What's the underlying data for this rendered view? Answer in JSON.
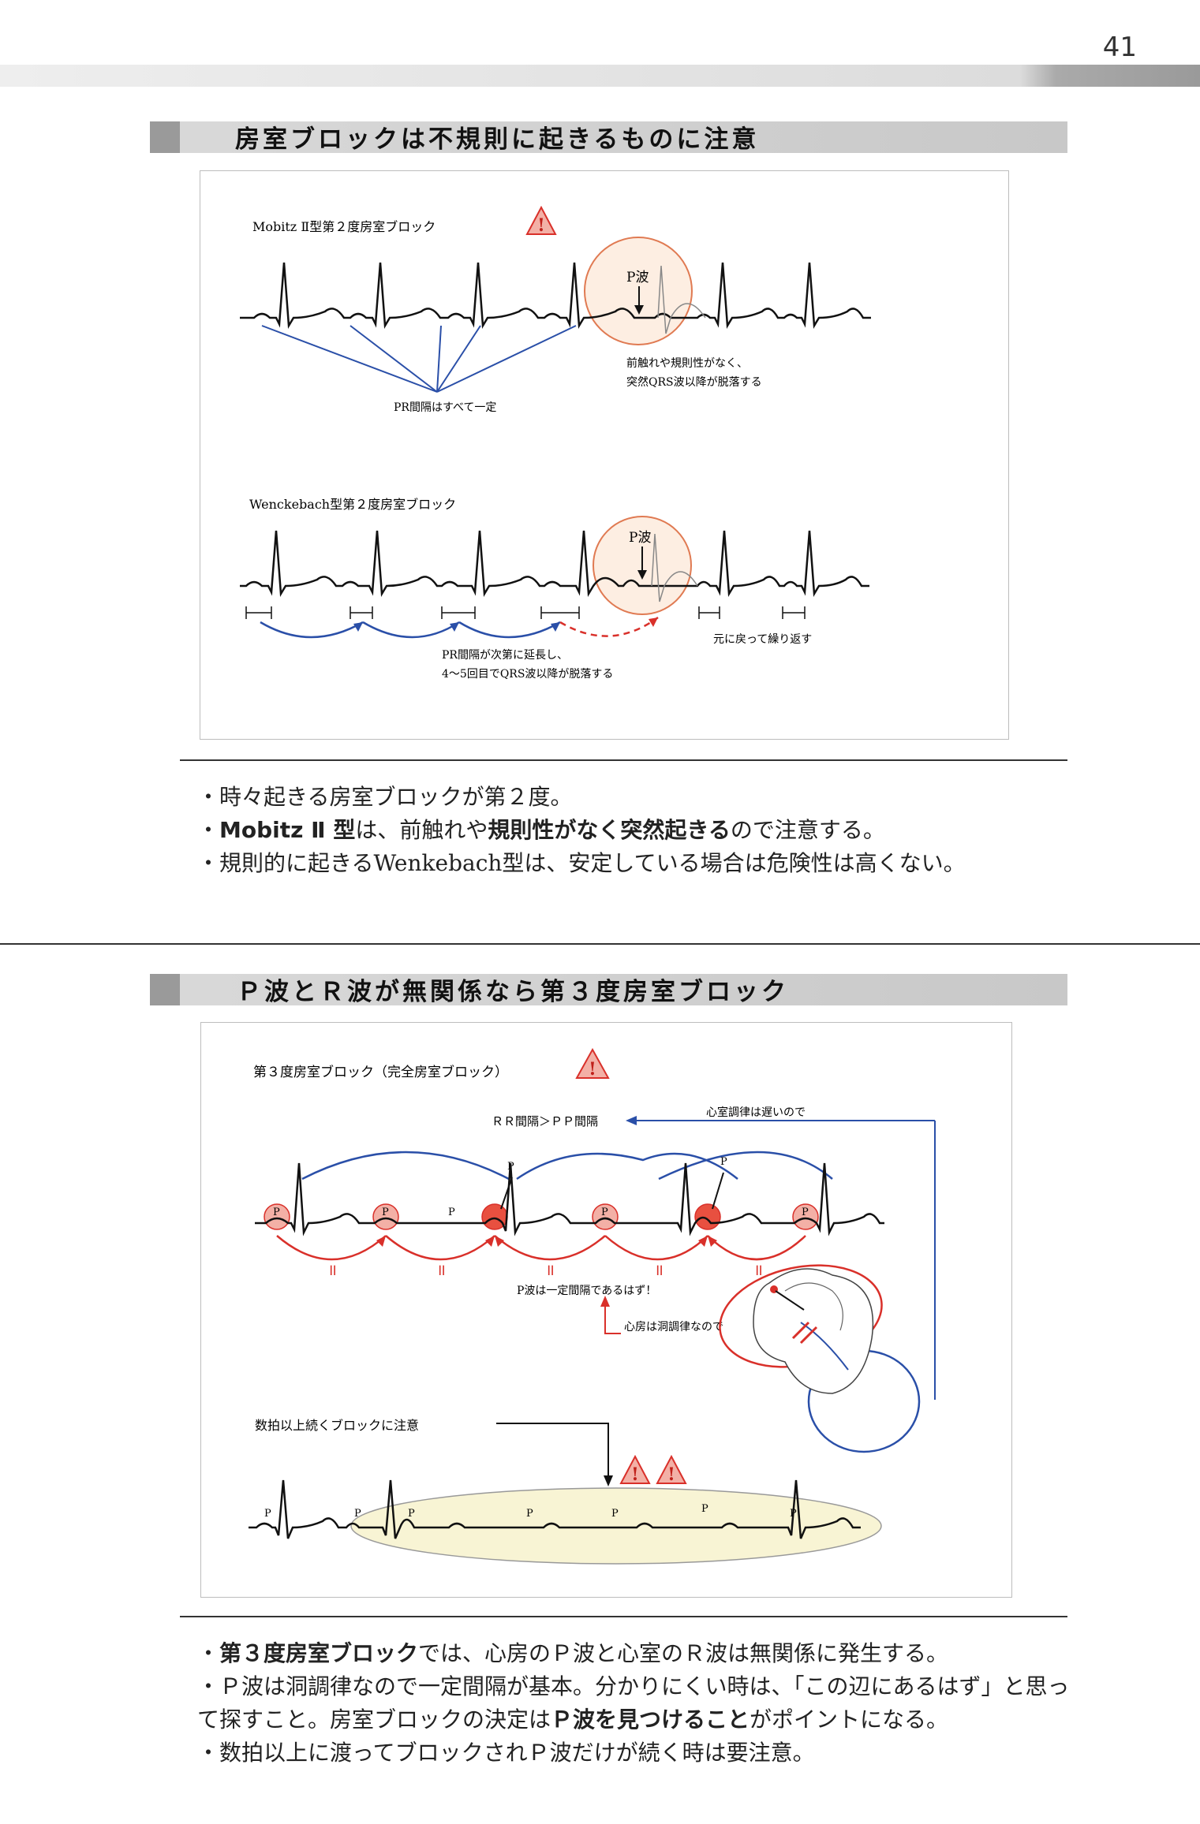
{
  "page_number": "41",
  "section1": {
    "title": "房室ブロックは不規則に起きるものに注意",
    "mobitz": {
      "caption": "Mobitz Ⅱ型第２度房室ブロック",
      "p_label": "P波",
      "pr_note": "PR間隔はすべて一定",
      "drop_note_1": "前触れや規則性がなく、",
      "drop_note_2": "突然QRS波以降が脱落する"
    },
    "wenckebach": {
      "caption": "Wenckebach型第２度房室ブロック",
      "p_label": "P波",
      "note_1": "PR間隔が次第に延長し、",
      "note_2": "4〜5回目でQRS波以降が脱落する",
      "repeat_note": "元に戻って繰り返す"
    },
    "bullets": {
      "b1": "・時々起きる房室ブロックが第２度。",
      "b2_pre": "・",
      "b2_bold1": "Mobitz Ⅱ 型",
      "b2_mid1": "は、前触れや",
      "b2_bold2": "規則性がなく突然起きる",
      "b2_post": "ので注意する。",
      "b3": "・規則的に起きるWenkebach型は、安定している場合は危険性は高くない。"
    }
  },
  "section2": {
    "title": "Ｐ波とＲ波が無関係なら第３度房室ブロック",
    "diagram": {
      "caption": "第３度房室ブロック（完全房室ブロック）",
      "rr_pp": "ＲＲ間隔＞ＰＰ間隔",
      "ventricle_note": "心室調律は遅いので",
      "p": "P",
      "p_interval_note": "P波は一定間隔であるはず！",
      "atrium_note": "心房は洞調律なので",
      "equal_mark": "॥",
      "multi_block_note": "数拍以上続くブロックに注意"
    },
    "bullets": {
      "b1_pre": "・",
      "b1_bold": "第３度房室ブロック",
      "b1_post": "では、心房のＰ波と心室のＲ波は無関係に発生する。",
      "b2": "・Ｐ波は洞調律なので一定間隔が基本。分かりにくい時は、「この辺にあるはず」と思っ",
      "b3_pre": "て探すこと。房室ブロックの決定は",
      "b3_bold": "Ｐ波を見つけること",
      "b3_post": "がポイントになる。",
      "b4": "・数拍以上に渡ってブロックされＰ波だけが続く時は要注意。"
    }
  },
  "icons": {
    "warning": "warning-triangle-icon",
    "heart": "heart-conduction-icon"
  },
  "colors": {
    "blue": "#2a4fa8",
    "red": "#d9302a",
    "pink_fill": "#f3b0a6",
    "ellipse_fill": "#f8f4d4"
  }
}
